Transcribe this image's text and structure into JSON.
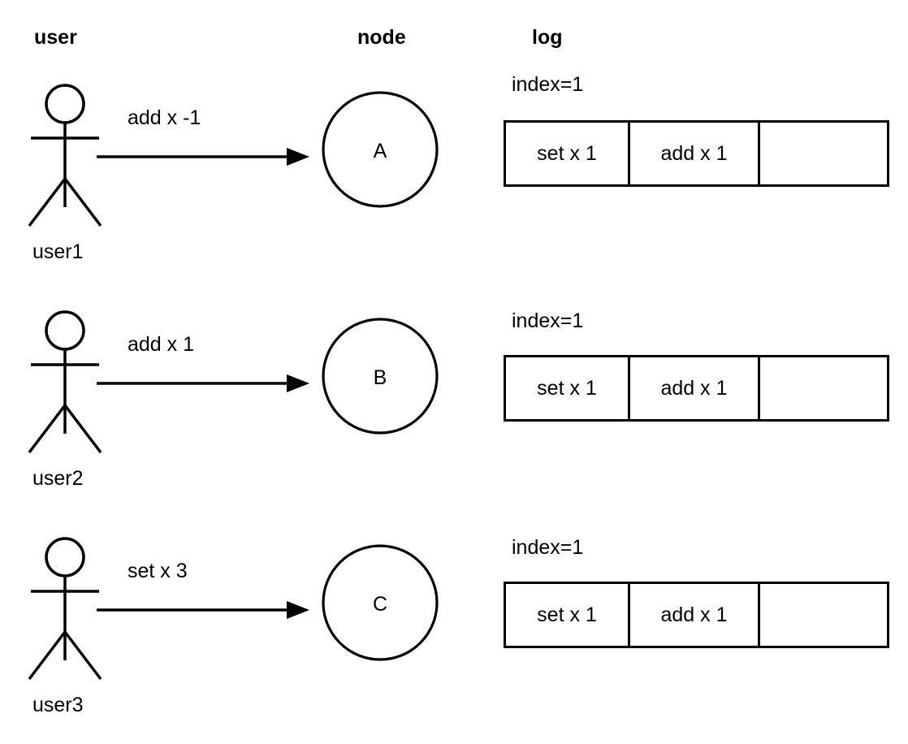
{
  "columns": {
    "user": "user",
    "node": "node",
    "log": "log"
  },
  "colors": {
    "stroke": "#000000",
    "background": "#ffffff",
    "text": "#000000"
  },
  "rows": [
    {
      "actor": {
        "icon": "stick-figure-icon",
        "label": "user1"
      },
      "message": "add x -1",
      "node": {
        "icon": "circle-node-icon",
        "label": "A"
      },
      "log": {
        "index_label": "index=1",
        "entries": [
          "set x 1",
          "add x 1",
          ""
        ]
      }
    },
    {
      "actor": {
        "icon": "stick-figure-icon",
        "label": "user2"
      },
      "message": "add x 1",
      "node": {
        "icon": "circle-node-icon",
        "label": "B"
      },
      "log": {
        "index_label": "index=1",
        "entries": [
          "set x 1",
          "add x 1",
          ""
        ]
      }
    },
    {
      "actor": {
        "icon": "stick-figure-icon",
        "label": "user3"
      },
      "message": "set x 3",
      "node": {
        "icon": "circle-node-icon",
        "label": "C"
      },
      "log": {
        "index_label": "index=1",
        "entries": [
          "set x 1",
          "add x 1",
          ""
        ]
      }
    }
  ]
}
